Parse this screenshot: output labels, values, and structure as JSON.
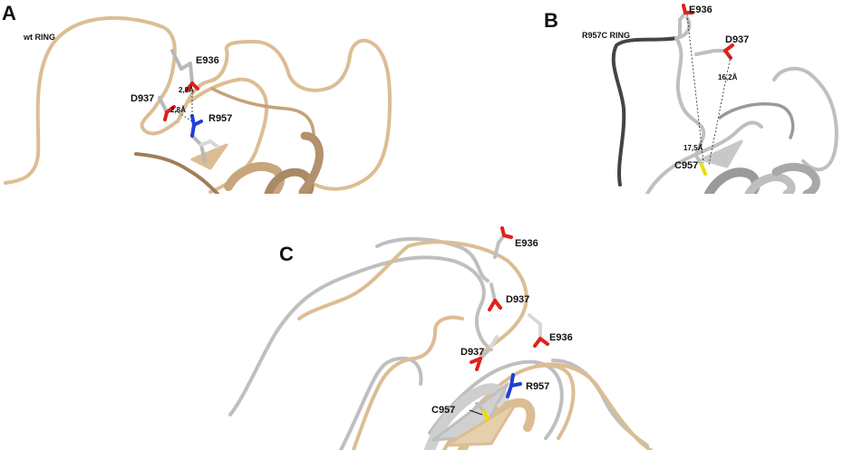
{
  "panels": {
    "a": {
      "letter": "A",
      "title": "wt RING",
      "residues": {
        "e936": "E936",
        "d937": "D937",
        "r957": "R957"
      },
      "distances": {
        "e936_r957": "2,8Å",
        "d937_r957": "2,8Å"
      }
    },
    "b": {
      "letter": "B",
      "title": "R957C RING",
      "residues": {
        "e936": "E936",
        "d937": "D937",
        "c957": "C957"
      },
      "distances": {
        "d937_c957": "16,2Å",
        "e936_c957": "17,5Å"
      }
    },
    "c": {
      "letter": "C",
      "residues": {
        "e936_mut": "E936",
        "d937_mut": "D937",
        "d937_wt": "D937",
        "e936_wt": "E936",
        "r957": "R957",
        "c957": "C957"
      }
    }
  },
  "colors": {
    "wt_ribbon": "#dcbd93",
    "wt_ribbon_shade": "#a07e5a",
    "mut_ribbon": "#bfbfbf",
    "mut_ribbon_shade": "#555555",
    "oxygen": "#e0201c",
    "nitrogen": "#1f3fd8",
    "sulfur": "#e8e000",
    "carbon": "#b8b8b8"
  }
}
